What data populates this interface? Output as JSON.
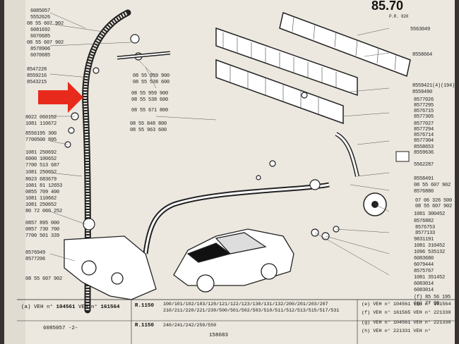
{
  "header": {
    "page_number": "85.70",
    "ref": "P.R. 820"
  },
  "left_labels": [
    "6085057",
    "5552626",
    "08 55 607 902",
    "6081692",
    "6070685",
    "08 55 607 902",
    "8578906",
    "6070685",
    "8547228",
    "8559216",
    "8543215",
    "8022 060152",
    "1081 110672",
    "8556195 300",
    "7700500 895",
    "1081 250692",
    "6000 100652",
    "7700 513 687",
    "1081 250652",
    "8023 683679",
    "1081 81 12653",
    "0855 709 400",
    "1081 110662",
    "1081 250652",
    "80 72 060 252",
    "0857 895 000",
    "0857 730 700",
    "7700 501 339",
    "8576949",
    "8577206",
    "08 55 607 902"
  ],
  "center_labels": [
    "08 55 959 900",
    "08 55 538 600",
    "08 55 959 900",
    "08 55 538 600",
    "08 55 671 800",
    "08 55 848 800",
    "08 55 963 600"
  ],
  "right_labels": [
    "5563049",
    "8558664",
    "8559421(4)(194)",
    "8559490",
    "8577026",
    "8577295",
    "8576715",
    "8577305",
    "8577027",
    "8577294",
    "8576714",
    "8577304",
    "8558653",
    "8559636",
    "5562287",
    "8558491",
    "08 55 607 902",
    "8576880",
    "07 06 326 500",
    "08 55 607 902",
    "1081 300452",
    "8576882",
    "8576753",
    "8577133",
    "9831191",
    "1081 310452",
    "1096 535132",
    "6083680",
    "6079444",
    "8575767",
    "1081 351452",
    "6083014",
    "6083014",
    "(f) 85 56 195",
    "(g) 77 00"
  ],
  "footer": {
    "left_vin": "104561",
    "left_vin2": "161564",
    "left_num": "6085057",
    "left_note": "-2-",
    "model1": "R.1150",
    "list1": "100/101/102/103/120/121/122/123/130/131/132/200/201/203/207",
    "list1b": "210/211/220/221/230/500/501/502/503/510/511/512/513/515/517/531",
    "model2": "R.1150",
    "list2": "240/241/242/250/550",
    "right_rows": [
      "(e) VEH n° 104561 VEH n° 161564",
      "(f) VEH n° 161565 VEH n° 221330",
      "(g) VEH n° 104561 VEH n° 221330",
      "(h) VEH n° 221331 VEH n°"
    ],
    "bottom_num": "158683"
  },
  "colors": {
    "paper": "#ece8df",
    "ink": "#222222",
    "arrow": "#e82a1c"
  }
}
